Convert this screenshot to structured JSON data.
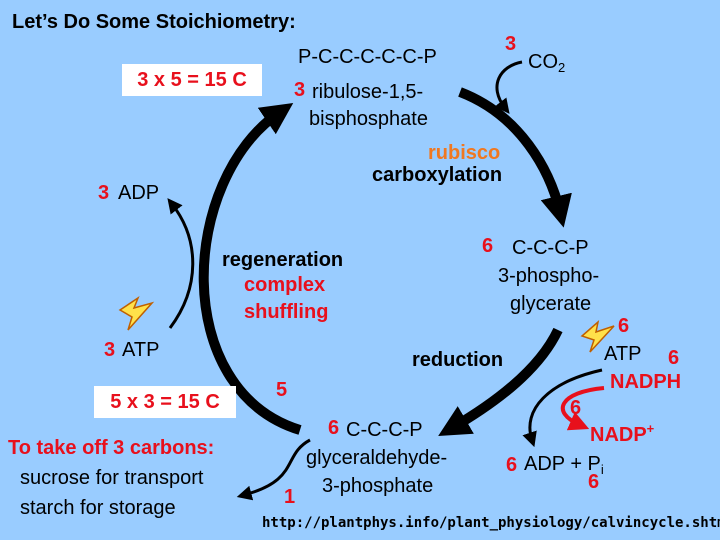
{
  "title": "Let’s Do Some Stoichiometry:",
  "top_box": "3 x 5 = 15 C",
  "bottom_box": "5 x 3 = 15 C",
  "rubp": {
    "formula": "P-C-C-C-C-C-P",
    "count": "3",
    "name1": "ribulose-1,5-",
    "name2": "bisphosphate"
  },
  "co2": {
    "count": "3",
    "label": "CO",
    "sub": "2"
  },
  "carboxylation": {
    "enzyme": "rubisco",
    "process": "carboxylation"
  },
  "pga": {
    "count": "6",
    "formula": "C-C-C-P",
    "name1": "3-phospho-",
    "name2": "glycerate"
  },
  "atp_right": {
    "count": "6",
    "label": "ATP"
  },
  "nadph": {
    "count": "6",
    "label": "NADPH"
  },
  "nadp": {
    "count": "6",
    "label": "NADP",
    "sup": "+"
  },
  "adp_right": {
    "count": "6",
    "label": "ADP + P",
    "sub": "i",
    "pi_count": "6"
  },
  "reduction": "reduction",
  "g3p": {
    "count": "6",
    "formula": "C-C-C-P",
    "name1": "glyceraldehyde-",
    "name2": "3-phosphate"
  },
  "regeneration": {
    "title": "regeneration",
    "line1": "complex",
    "line2": "shuffling"
  },
  "left_cycle": {
    "adp_count": "3",
    "adp": "ADP",
    "atp_count": "3",
    "atp": "ATP"
  },
  "return_count": "5",
  "export": {
    "count": "1",
    "heading": "To take off 3 carbons:",
    "line1": "sucrose for transport",
    "line2": "starch for storage"
  },
  "url": "http://plantphys.info/plant_physiology/calvincycle.shtml",
  "colors": {
    "background": "#99ccff",
    "red": "#e8101c",
    "orange": "#f07820",
    "arrow": "#000000"
  },
  "icons": [
    "lightning-bolt-icon",
    "lightning-bolt-icon"
  ]
}
